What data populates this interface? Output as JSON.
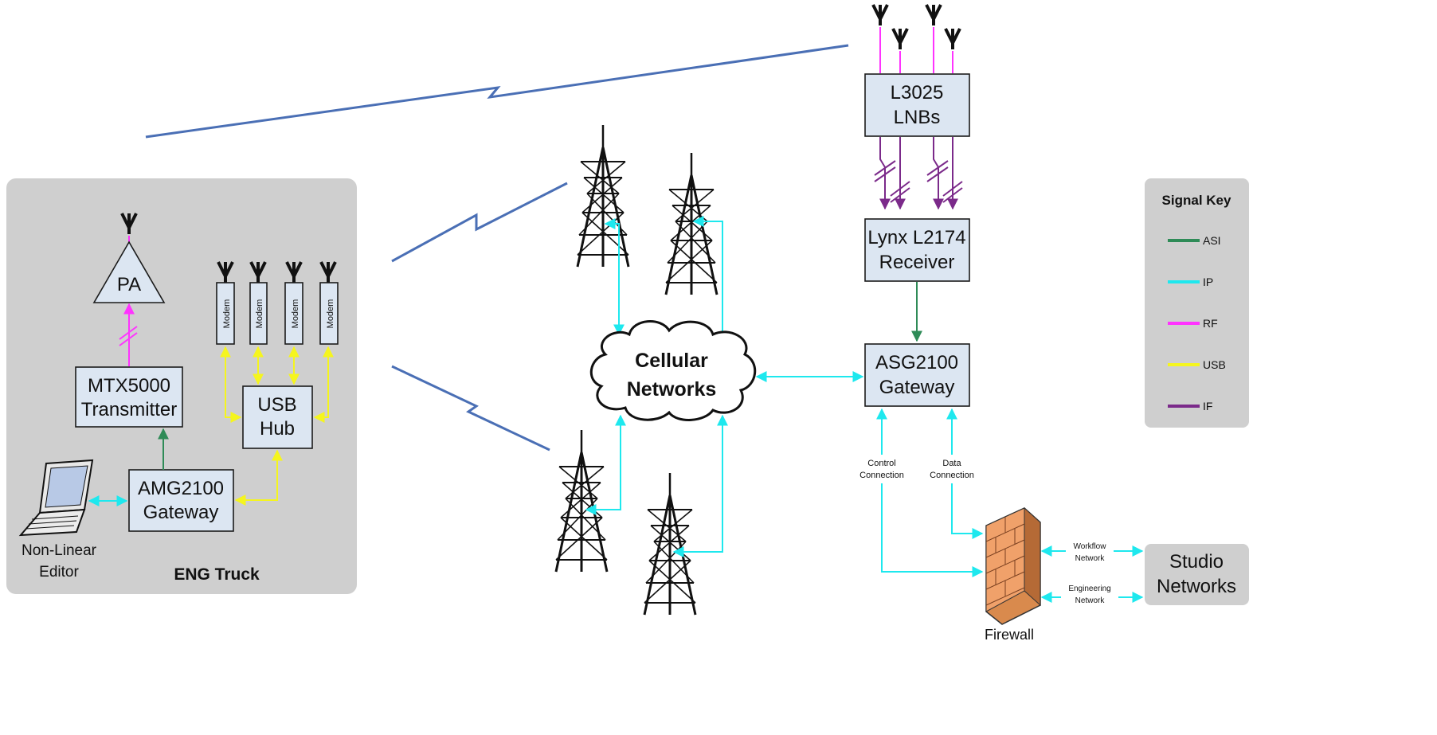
{
  "colors": {
    "asi": "#2e8b57",
    "ip": "#1ee8ee",
    "rf": "#ff33ff",
    "usb": "#f5f51e",
    "if": "#7b2a8a",
    "box_fill": "#dce6f2",
    "panel": "#cfcfcf",
    "link": "#4a6fb5"
  },
  "truck": {
    "title": "ENG Truck",
    "pa": "PA",
    "modem_label": "Modem",
    "transmitter": [
      "MTX5000",
      "Transmitter"
    ],
    "usb_hub": [
      "USB",
      "Hub"
    ],
    "amg": [
      "AMG2100",
      "Gateway"
    ],
    "editor": [
      "Non-Linear",
      "Editor"
    ]
  },
  "cloud": [
    "Cellular",
    "Networks"
  ],
  "lnbs": [
    "L3025",
    "LNBs"
  ],
  "receiver": [
    "Lynx L2174",
    "Receiver"
  ],
  "asg": [
    "ASG2100",
    "Gateway"
  ],
  "connections": {
    "control": [
      "Control",
      "Connection"
    ],
    "data": [
      "Data",
      "Connection"
    ],
    "workflow": [
      "Workflow",
      "Network"
    ],
    "engineering": [
      "Engineering",
      "Network"
    ]
  },
  "firewall": "Firewall",
  "studio": [
    "Studio",
    "Networks"
  ],
  "key": {
    "title": "Signal Key",
    "items": [
      {
        "label": "ASI",
        "color": "#2e8b57"
      },
      {
        "label": "IP",
        "color": "#1ee8ee"
      },
      {
        "label": "RF",
        "color": "#ff33ff"
      },
      {
        "label": "USB",
        "color": "#f5f51e"
      },
      {
        "label": "IF",
        "color": "#7b2a8a"
      }
    ]
  }
}
